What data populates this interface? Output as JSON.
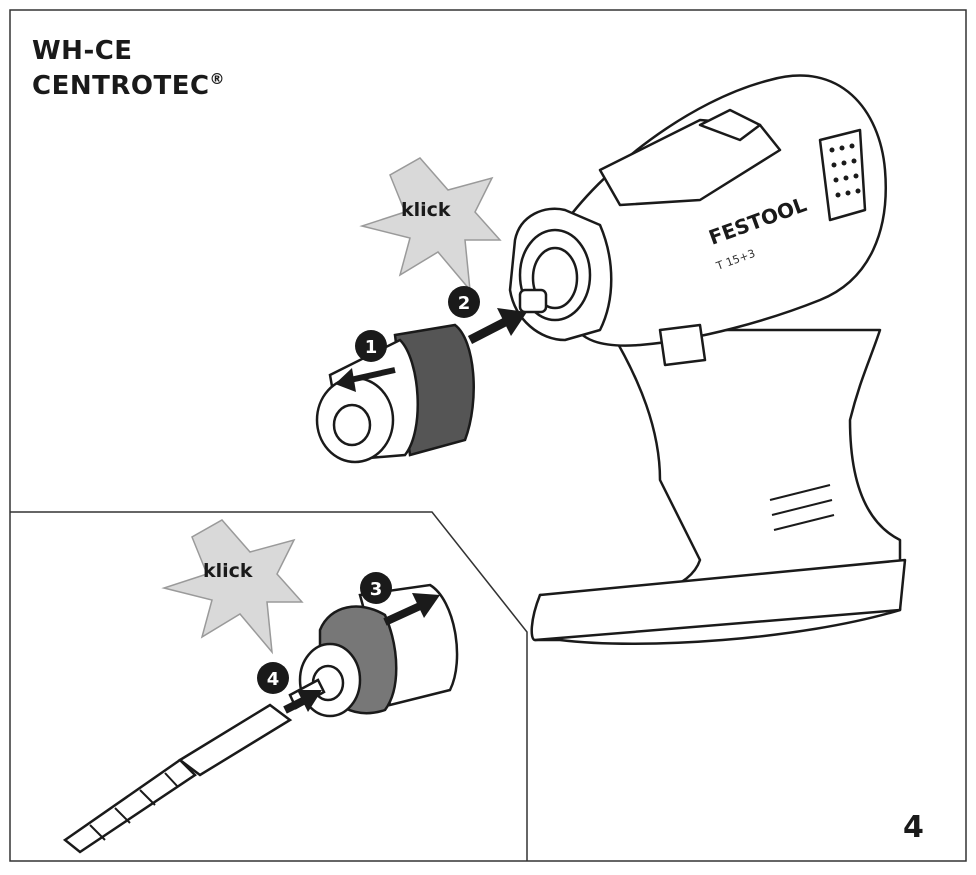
{
  "title": {
    "line1": "WH-CE",
    "line2": "CENTROTEC",
    "line2_mark": "®"
  },
  "figure_number": "4",
  "callouts": [
    {
      "label": "klick"
    },
    {
      "label": "klick"
    }
  ],
  "steps": [
    "1",
    "2",
    "3",
    "4"
  ],
  "drill": {
    "brand": "FESTOOL",
    "model": "T 15+3"
  },
  "colors": {
    "line": "#1a1a1a",
    "star": "#d9d9d9",
    "badge": "#1a1a1a",
    "rubber": "#555555"
  }
}
